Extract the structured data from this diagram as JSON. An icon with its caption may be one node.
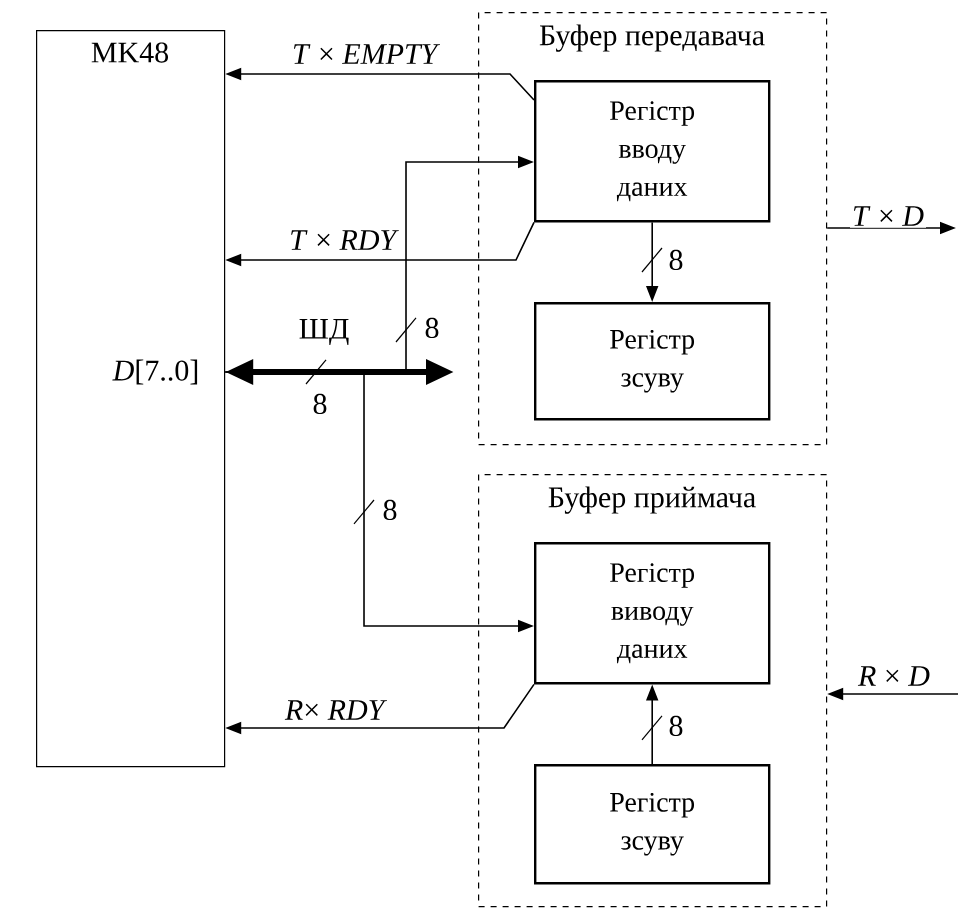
{
  "diagram": {
    "nodes": [
      {
        "text": [
          "MK48"
        ]
      },
      {
        "text": [
          "Буфер передавача"
        ]
      },
      {
        "text": [
          "Регістр вводу даних"
        ],
        "in": 1
      },
      {
        "text": [
          "Регістр зсуву"
        ],
        "in": 1
      },
      {
        "text": [
          "Буфер приймача"
        ]
      },
      {
        "text": [
          "Регістр виводу даних"
        ],
        "in": 4
      },
      {
        "text": [
          "Регістр зсуву"
        ],
        "in": 4
      }
    ],
    "edges": [
      {
        "from": 2,
        "to": 0,
        "arrow": "to",
        "label": "*T* × *EMPTY*"
      },
      {
        "from": 2,
        "to": 0,
        "arrow": "to",
        "label": "*T* × *RDY*"
      },
      {
        "from": 0,
        "to": null,
        "arrow": "both",
        "style": "thick",
        "label": "ШД"
      },
      {
        "from": 0,
        "to": 2,
        "arrow": "to",
        "label": "8"
      },
      {
        "from": 2,
        "to": 3,
        "arrow": "to",
        "label": "8"
      },
      {
        "from": 1,
        "to": null,
        "arrow": "to",
        "label": "*T* × *D*"
      },
      {
        "from": 0,
        "to": 5,
        "arrow": "to",
        "label": "8"
      },
      {
        "from": 6,
        "to": 5,
        "arrow": "to",
        "label": "8"
      },
      {
        "from": null,
        "to": 4,
        "arrow": "to",
        "label": "*R* × *D*"
      },
      {
        "from": 5,
        "to": 0,
        "arrow": "to",
        "label": "*R*× *RDY*"
      }
    ],
    "labels": [
      "*D*[7..0]",
      "8"
    ]
  }
}
